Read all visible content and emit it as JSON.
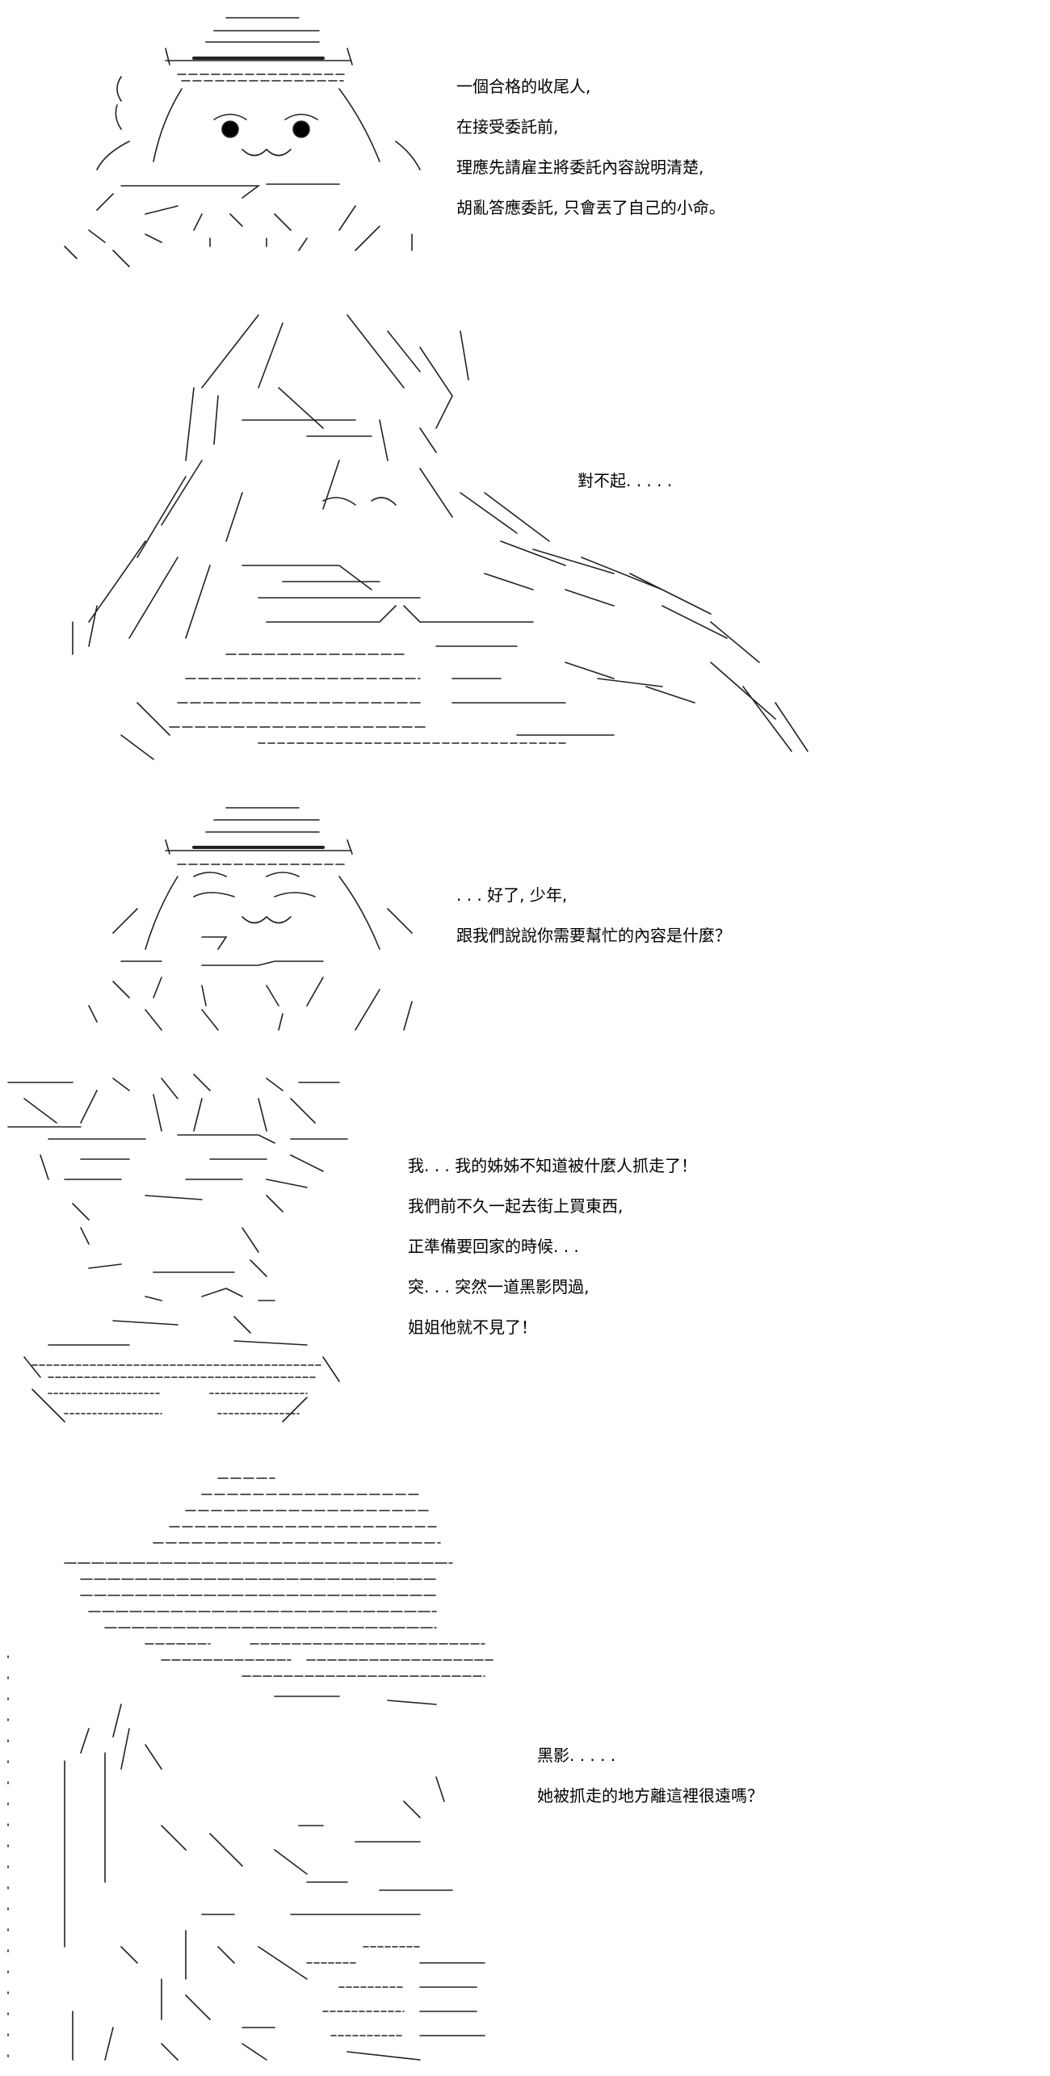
{
  "panels": [
    {
      "id": "panel-1",
      "lines": [
        "一個合格的收尾人,",
        "在接受委託前,",
        "理應先請雇主將委託內容說明清楚,",
        "胡亂答應委託, 只會丟了自己的小命。"
      ]
    },
    {
      "id": "panel-2",
      "lines": [
        "對不起. . . . ."
      ]
    },
    {
      "id": "panel-3",
      "lines": [
        ". . . 好了, 少年,",
        "跟我們說說你需要幫忙的內容是什麼？"
      ]
    },
    {
      "id": "panel-4",
      "lines": [
        "我. . . 我的姊姊不知道被什麼人抓走了！",
        "我們前不久一起去街上買東西,",
        "正準備要回家的時候. . .",
        "突. . . 突然一道黑影閃過,",
        "姐姐他就不見了！"
      ]
    },
    {
      "id": "panel-5",
      "lines": [
        "黑影. . . . .",
        "她被抓走的地方離這裡很遠嗎？"
      ]
    }
  ]
}
